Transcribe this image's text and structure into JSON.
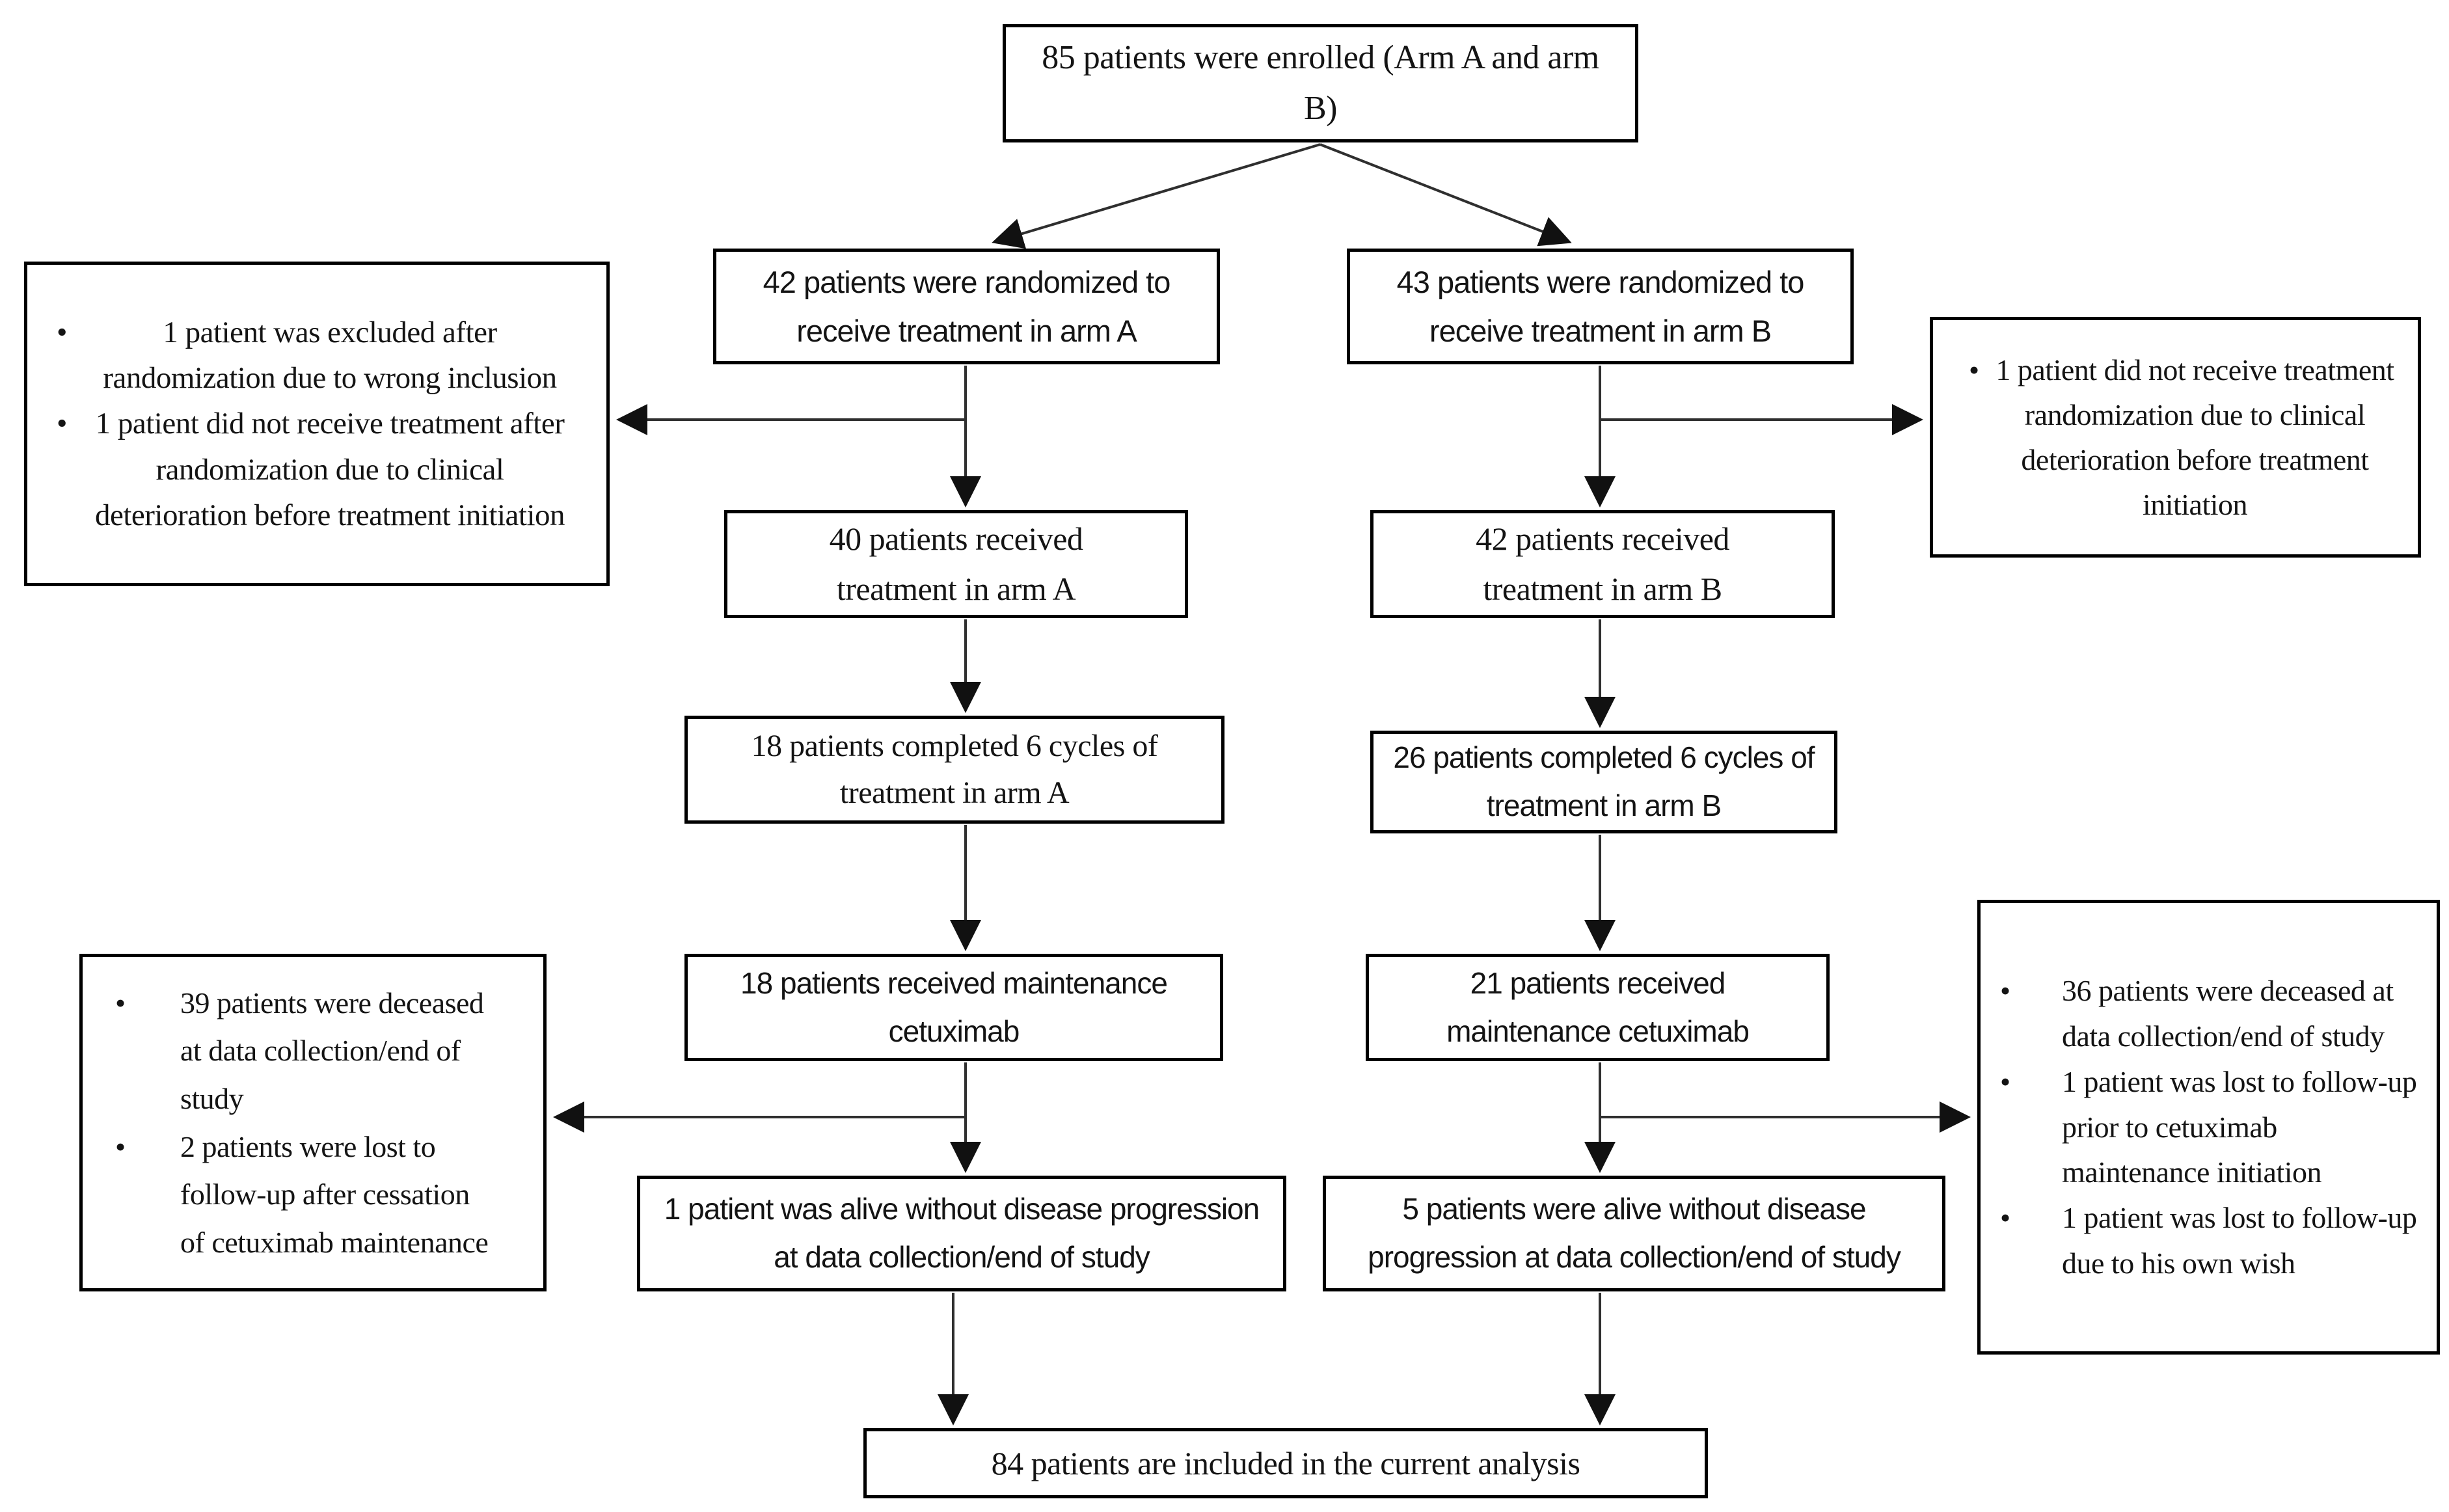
{
  "diagram": {
    "type": "consort-patient-flowchart",
    "colors": {
      "box_border": "#000000",
      "box_background": "#ffffff",
      "text": "#141414",
      "connector": "#2f2f2f",
      "arrowhead": "#111111"
    },
    "boxes": {
      "enrolled": {
        "text": "85 patients were enrolled (Arm A and arm B)"
      },
      "randomized_a": {
        "text": "42 patients were randomized to receive treatment in arm A"
      },
      "randomized_b": {
        "text": "43 patients were randomized to receive treatment in arm B"
      },
      "excluded_a": {
        "items": [
          "1 patient was excluded after randomization due to wrong inclusion",
          "1 patient did not receive treatment after randomization due to clinical deterioration before treatment initiation"
        ]
      },
      "excluded_b": {
        "items": [
          "1 patient did not receive treatment randomization due to clinical deterioration before treatment initiation"
        ]
      },
      "treated_a": {
        "text": "40 patients received treatment in arm A"
      },
      "treated_b": {
        "text": "42 patients received treatment in arm B"
      },
      "completed_a": {
        "text": "18 patients completed 6 cycles of treatment in arm A"
      },
      "completed_b": {
        "text": "26 patients completed 6 cycles of treatment in arm B"
      },
      "maintenance_a": {
        "text": "18 patients received maintenance cetuximab"
      },
      "maintenance_b": {
        "text": "21 patients received maintenance cetuximab"
      },
      "outcome_side_a": {
        "items": [
          "39 patients were deceased at data collection/end of study",
          "2 patients were lost to follow-up after cessation of cetuximab maintenance"
        ]
      },
      "outcome_side_b": {
        "items": [
          "36 patients were deceased at data collection/end of study",
          "1 patient was lost to follow-up prior to cetuximab maintenance initiation",
          "1 patient was lost to follow-up due to his own wish"
        ]
      },
      "alive_a": {
        "text": "1 patient was alive without disease progression at data collection/end of study"
      },
      "alive_b": {
        "text": "5 patients were alive without disease progression at data collection/end of study"
      },
      "included": {
        "text": "84 patients are included in the current analysis"
      }
    },
    "edges": [
      {
        "from": "enrolled",
        "to": "randomized_a"
      },
      {
        "from": "enrolled",
        "to": "randomized_b"
      },
      {
        "from": "randomized_a",
        "to": "excluded_a"
      },
      {
        "from": "randomized_a",
        "to": "treated_a"
      },
      {
        "from": "randomized_b",
        "to": "excluded_b"
      },
      {
        "from": "randomized_b",
        "to": "treated_b"
      },
      {
        "from": "treated_a",
        "to": "completed_a"
      },
      {
        "from": "treated_b",
        "to": "completed_b"
      },
      {
        "from": "completed_a",
        "to": "maintenance_a"
      },
      {
        "from": "completed_b",
        "to": "maintenance_b"
      },
      {
        "from": "maintenance_a",
        "to": "outcome_side_a"
      },
      {
        "from": "maintenance_a",
        "to": "alive_a"
      },
      {
        "from": "maintenance_b",
        "to": "outcome_side_b"
      },
      {
        "from": "maintenance_b",
        "to": "alive_b"
      },
      {
        "from": "alive_a",
        "to": "included"
      },
      {
        "from": "alive_b",
        "to": "included"
      }
    ]
  }
}
